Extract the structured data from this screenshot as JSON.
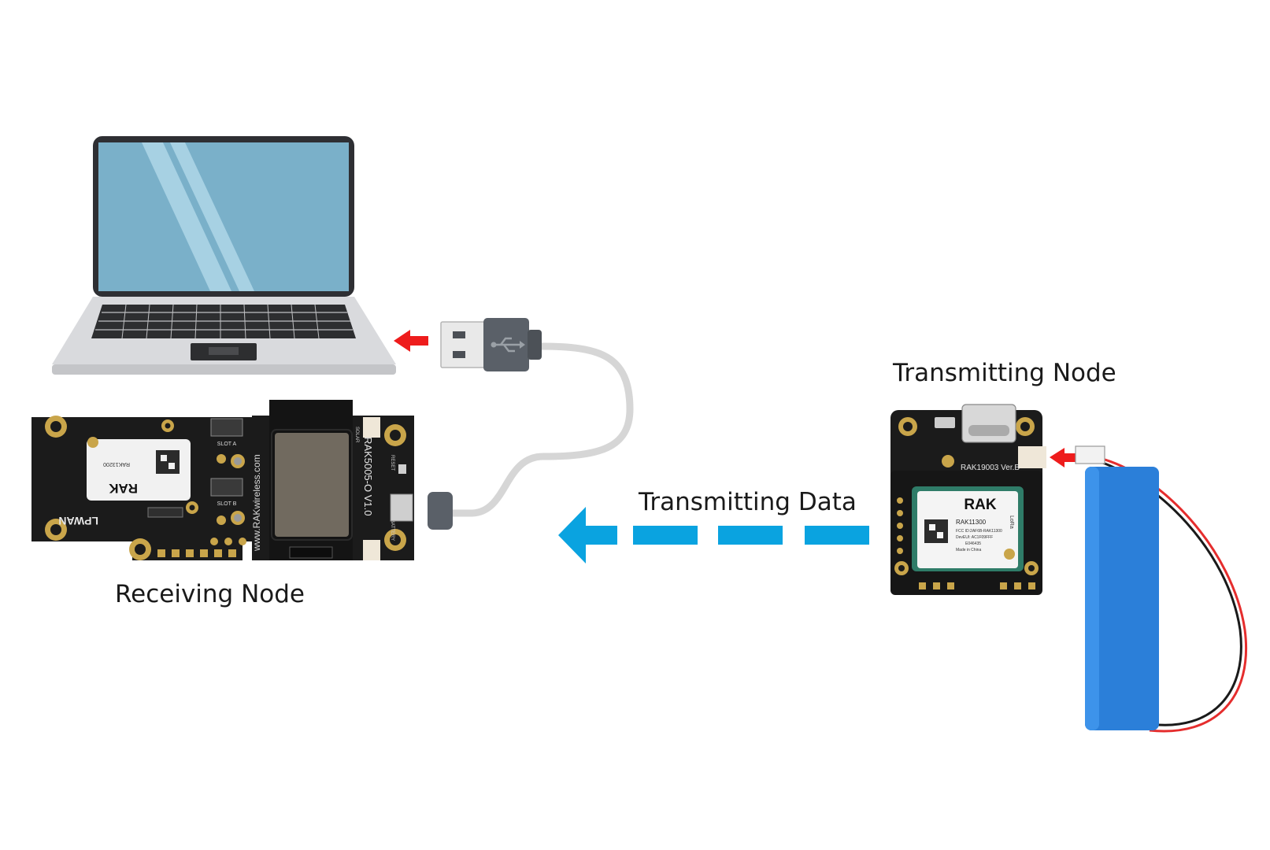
{
  "labels": {
    "receiving_node": "Receiving Node",
    "transmitting_node": "Transmitting Node",
    "transmitting_data": "Transmitting Data"
  },
  "receiver_board": {
    "silk_model": "RAK5005-O V1.0",
    "silk_url": "www.RAKwireless.com",
    "silk_lpwan": "LPWAN",
    "silk_slot_a": "SLOT A",
    "silk_slot_b": "SLOT B",
    "silk_reset": "RESET",
    "silk_battery": "BATTERY",
    "silk_solar": "SOLAR",
    "module_brand": "RAK",
    "module_text": "RAK13200"
  },
  "transmitter_board": {
    "silk_model": "RAK19003 Ver.B",
    "module_brand": "RAK",
    "module_model": "RAK11300",
    "module_fcc": "FCC ID:2AF6B-RAK11300",
    "module_deveui": "DevEUI: AC1F09FFF",
    "module_code": "E046435",
    "module_origin": "Made in China",
    "module_lora": "LoRa"
  },
  "icons": [
    "laptop-icon",
    "usb-cable-icon",
    "usb-symbol-icon",
    "battery-icon",
    "arrow-left-icon",
    "dashed-arrow-icon",
    "rak-logo-icon"
  ],
  "colors": {
    "data_arrow": "#0aa3e0",
    "red_arrow": "#ee1c1c",
    "pcb_black": "#1b1b1b",
    "screen": "#7ab0c9",
    "battery": "#2b7fd9"
  }
}
